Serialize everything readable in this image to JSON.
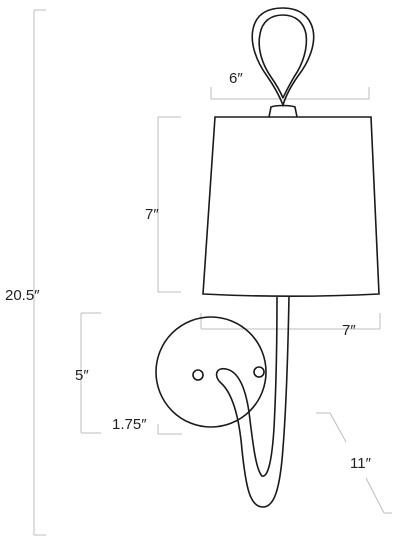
{
  "dimensions": {
    "overall_height": "20.5″",
    "shade_top_width": "6″",
    "shade_height": "7″",
    "shade_bottom_width": "7″",
    "backplate_height": "5″",
    "backplate_depth": "1.75″",
    "extension": "11″"
  }
}
